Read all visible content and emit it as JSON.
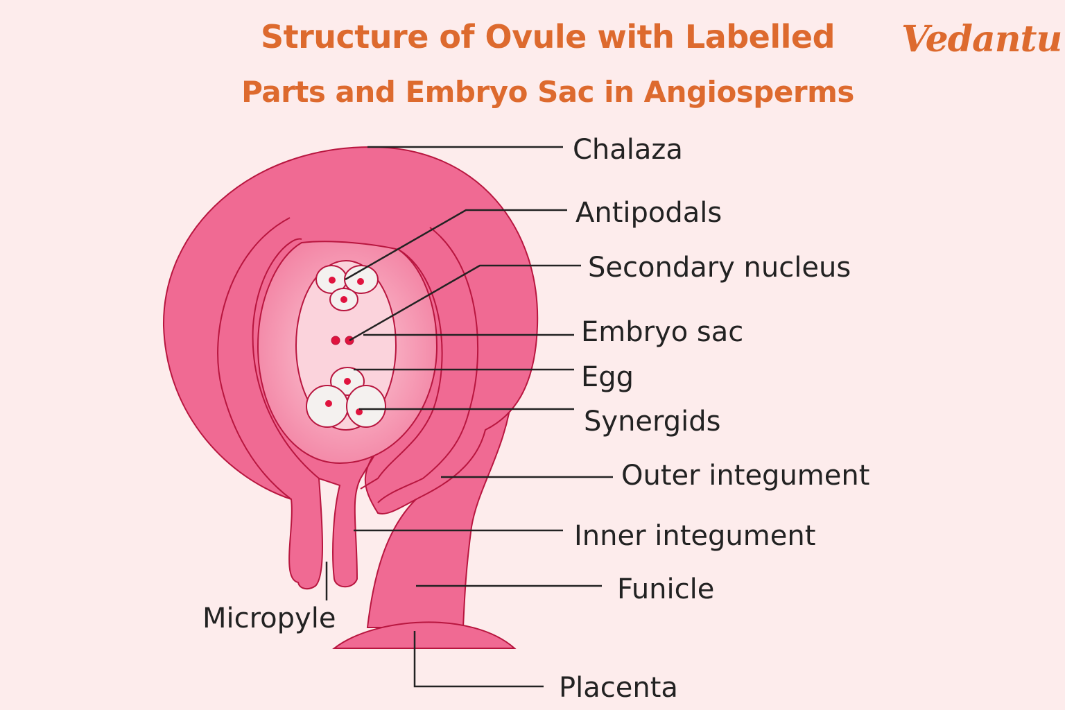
{
  "title": {
    "line1": "Structure of Ovule with Labelled",
    "line2": "Parts and Embryo Sac in Angiosperms"
  },
  "logo": "Vedantu",
  "labels": {
    "chalaza": "Chalaza",
    "antipodals": "Antipodals",
    "secondary_nucleus": "Secondary nucleus",
    "embryo_sac": "Embryo sac",
    "egg": "Egg",
    "synergids": "Synergids",
    "outer_integument": "Outer integument",
    "inner_integument": "Inner integument",
    "funicle": "Funicle",
    "micropyle": "Micropyle",
    "placenta": "Placenta"
  },
  "colors": {
    "title": "#dd6a2e",
    "ovule_fill": "#f06a93",
    "outline": "#b8163f",
    "nucellus": "#f9a9bf",
    "embryo_sac": "#fbd3dc",
    "cell_fill": "#f4f1ef",
    "nucleus": "#e0133e"
  }
}
